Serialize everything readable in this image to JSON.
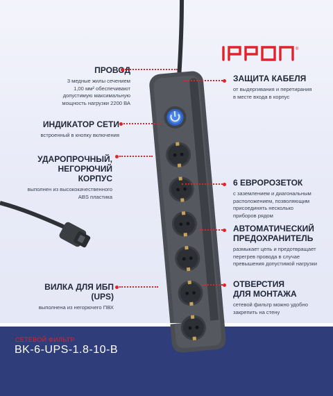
{
  "brand": {
    "logo": "IPPON"
  },
  "annotations": {
    "provod": {
      "title": "ПРОВОД",
      "desc": [
        "3 медные жилы сечением",
        "1,00 мм² обеспечивают",
        "допустимую максимальную",
        "мощность нагрузки 2200 ВА"
      ]
    },
    "indicator": {
      "title": "ИНДИКАТОР СЕТИ",
      "desc": [
        "встроенный в кнопку включения"
      ]
    },
    "korpus": {
      "title_lines": [
        "УДАРОПРОЧНЫЙ,",
        "НЕГОРЮЧИЙ КОРПУС"
      ],
      "desc": [
        "выполнен из высококачественного",
        "ABS пластика"
      ]
    },
    "vilka": {
      "title": "ВИЛКА ДЛЯ ИБП (UPS)",
      "desc": [
        "выполнена из негорючего ПВХ"
      ]
    },
    "zashita": {
      "title": "ЗАЩИТА КАБЕЛЯ",
      "desc": [
        "от выдергивания и перетирания",
        "в месте входа в корпус"
      ]
    },
    "rozetki": {
      "title": "6 ЕВРОРОЗЕТОК",
      "desc": [
        "с заземлением и диагональным",
        "расположением, позволяющим",
        "присоединять несколько",
        "приборов рядом"
      ]
    },
    "predohranitel": {
      "title_lines": [
        "АВТОМАТИЧЕСКИЙ",
        "ПРЕДОХРАНИТЕЛЬ"
      ],
      "desc": [
        "размыкает цепь и предотвращает",
        "перегрев провода в случае",
        "превышения допустимой нагрузки"
      ]
    },
    "otverstia": {
      "title_lines": [
        "ОТВЕРСТИЯ",
        "ДЛЯ МОНТАЖА"
      ],
      "desc": [
        "сетевой фильтр можно удобно",
        "закрепить на стену"
      ]
    }
  },
  "footer": {
    "label": "СЕТЕВОЙ ФИЛЬТР",
    "model": "BK-6-UPS-1.8-10-B"
  },
  "colors": {
    "accent": "#e0222a",
    "footer_bg": "#2f3d7a",
    "text": "#202738",
    "body": "#44474c"
  }
}
